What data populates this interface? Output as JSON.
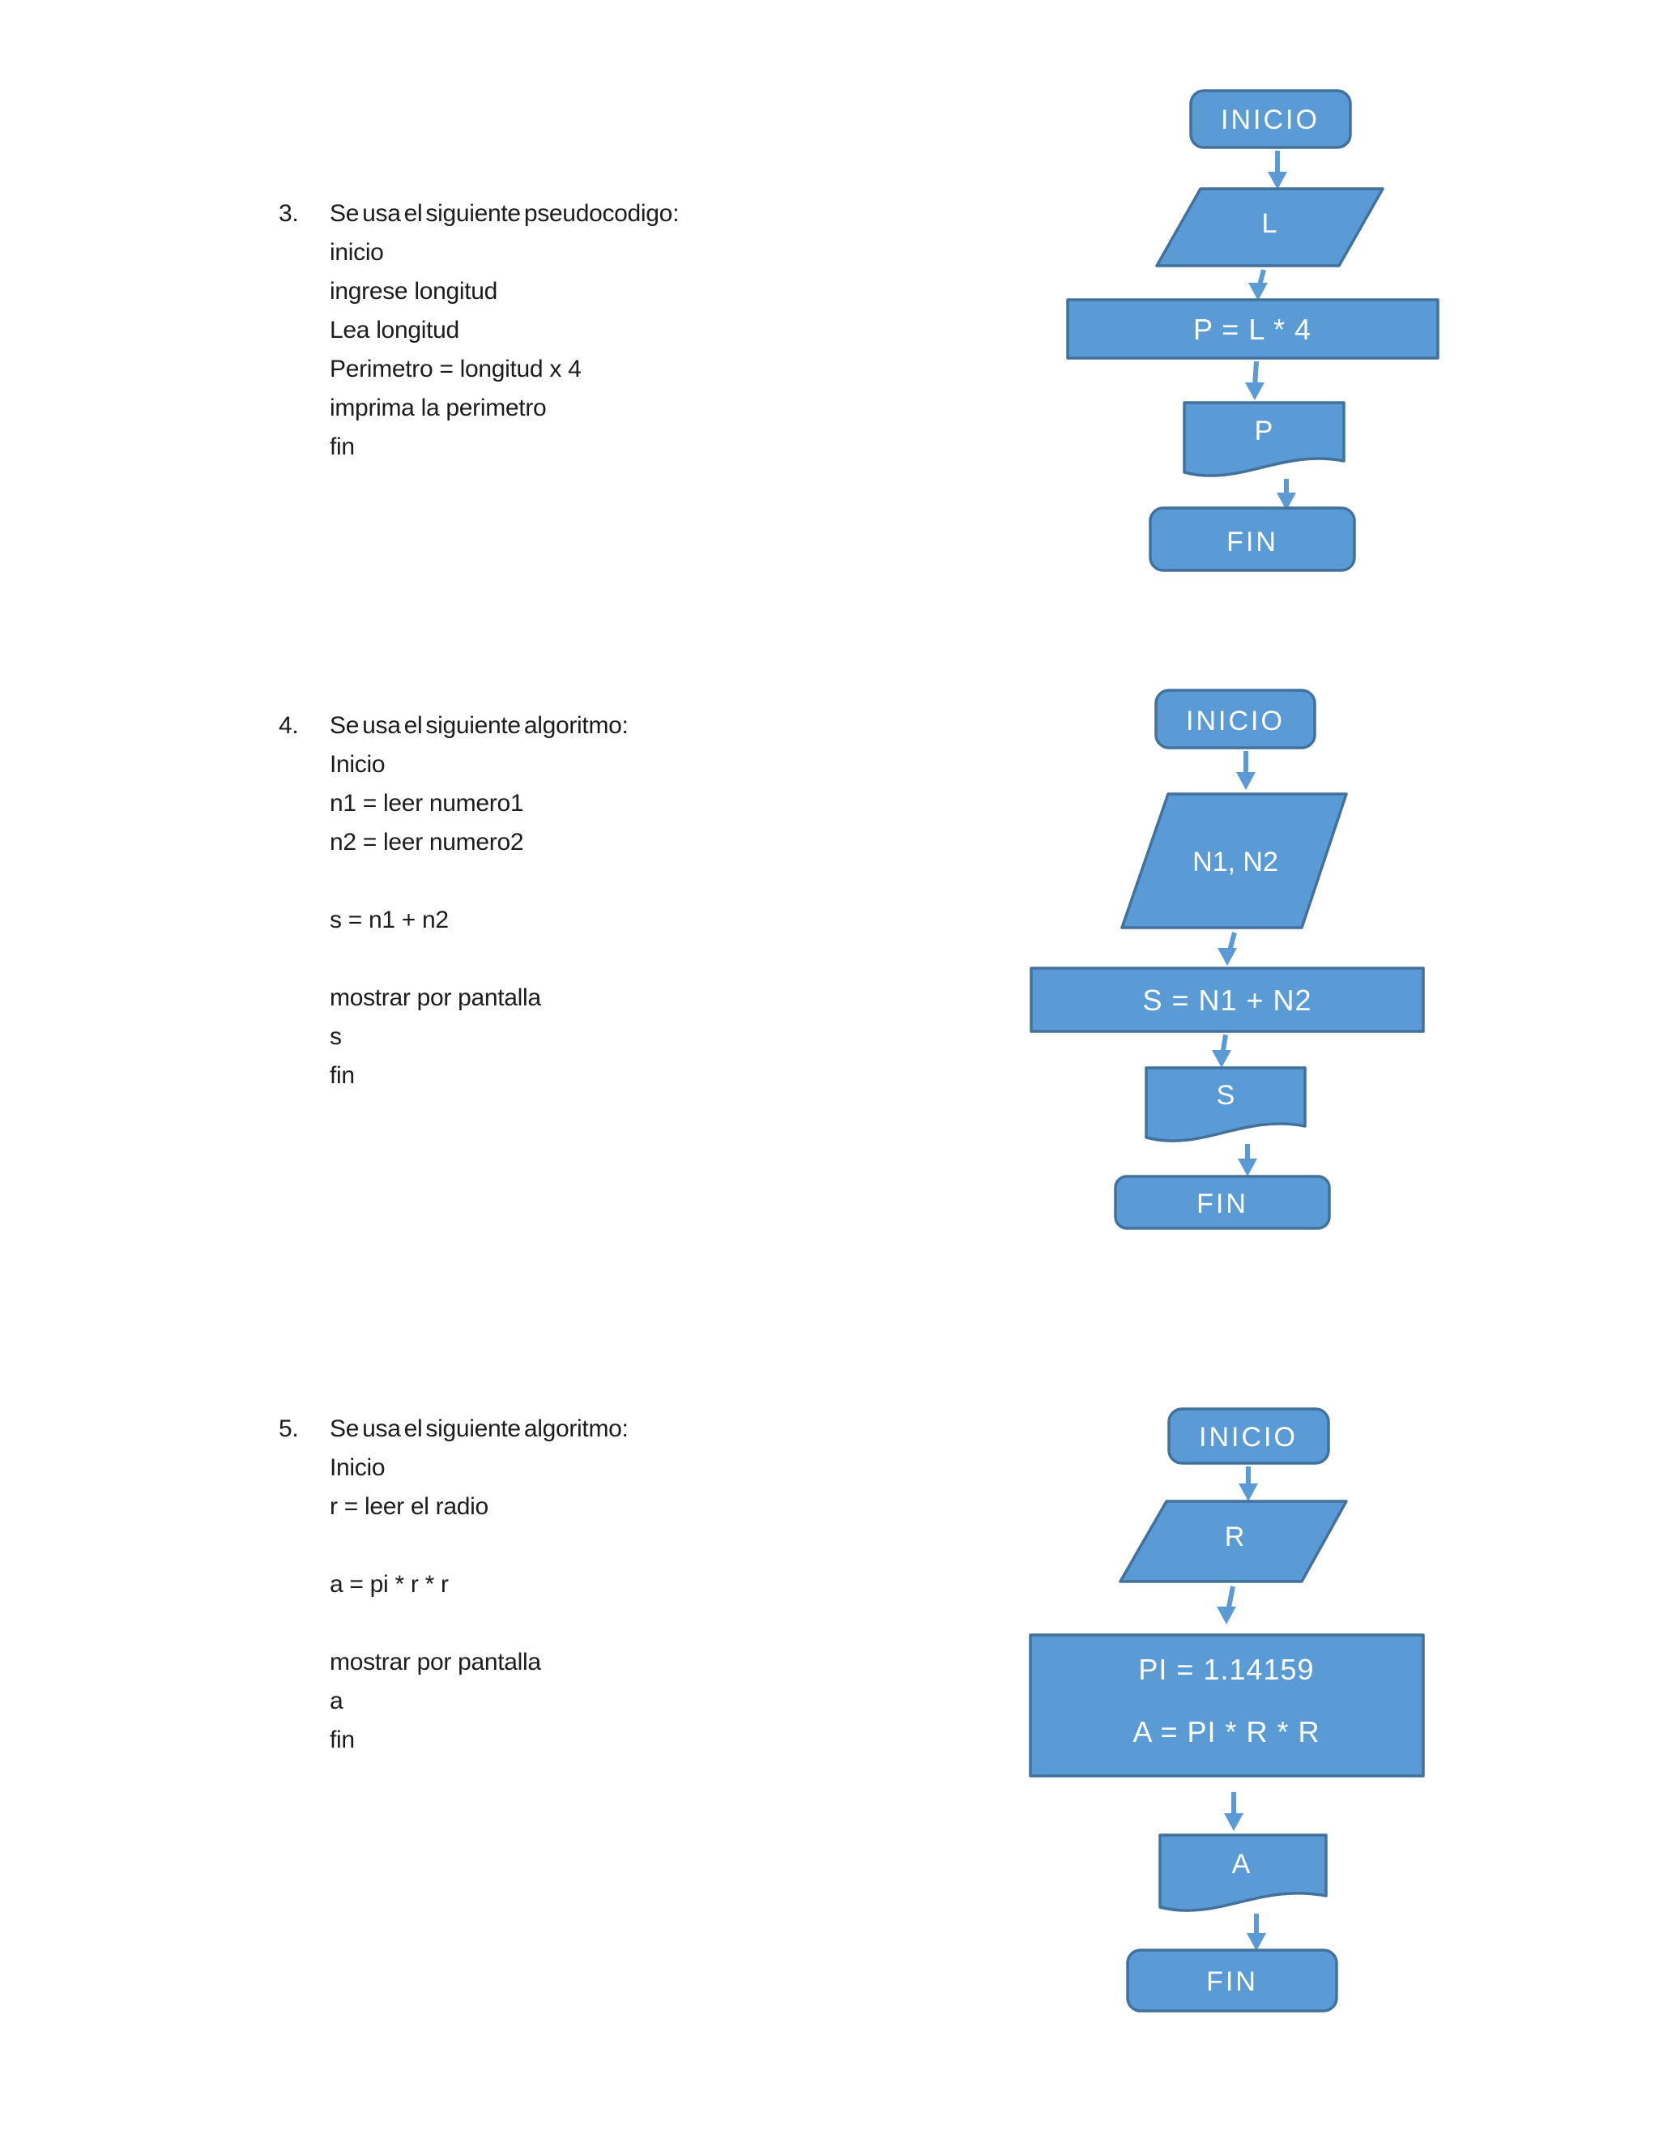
{
  "colors": {
    "shape_fill": "#5b9bd5",
    "shape_border": "#41719c",
    "arrow_color": "#5b9bd5",
    "shape_text": "#ffffff",
    "body_text": "#1c1c1c"
  },
  "sections": [
    {
      "number": "3.",
      "title": "Se usa el siguiente pseudocodigo:",
      "lines": [
        "inicio",
        "ingrese longitud",
        "Lea longitud",
        "Perimetro = longitud x 4",
        "imprima la perimetro",
        "fin"
      ],
      "flowchart": {
        "start": "INICIO",
        "input": "L",
        "process": "P = L  * 4",
        "output": "P",
        "end": "FIN"
      }
    },
    {
      "number": "4.",
      "title": "Se usa el siguiente algoritmo:",
      "lines": [
        "Inicio",
        "n1 = leer numero1",
        "n2 = leer numero2",
        "",
        "s = n1 + n2",
        "",
        "mostrar por pantalla",
        "s",
        "fin"
      ],
      "flowchart": {
        "start": "INICIO",
        "input": "N1, N2",
        "process": "S = N1 + N2",
        "output": "S",
        "end": "FIN"
      }
    },
    {
      "number": "5.",
      "title": "Se usa el siguiente algoritmo:",
      "lines": [
        "Inicio",
        "r = leer el radio",
        "",
        "a = pi * r * r",
        "",
        "mostrar por pantalla",
        "a",
        "fin"
      ],
      "flowchart": {
        "start": "INICIO",
        "input": "R",
        "process_lines": [
          "PI = 1.14159",
          "A = PI * R * R"
        ],
        "output": "A",
        "end": "FIN"
      }
    }
  ]
}
